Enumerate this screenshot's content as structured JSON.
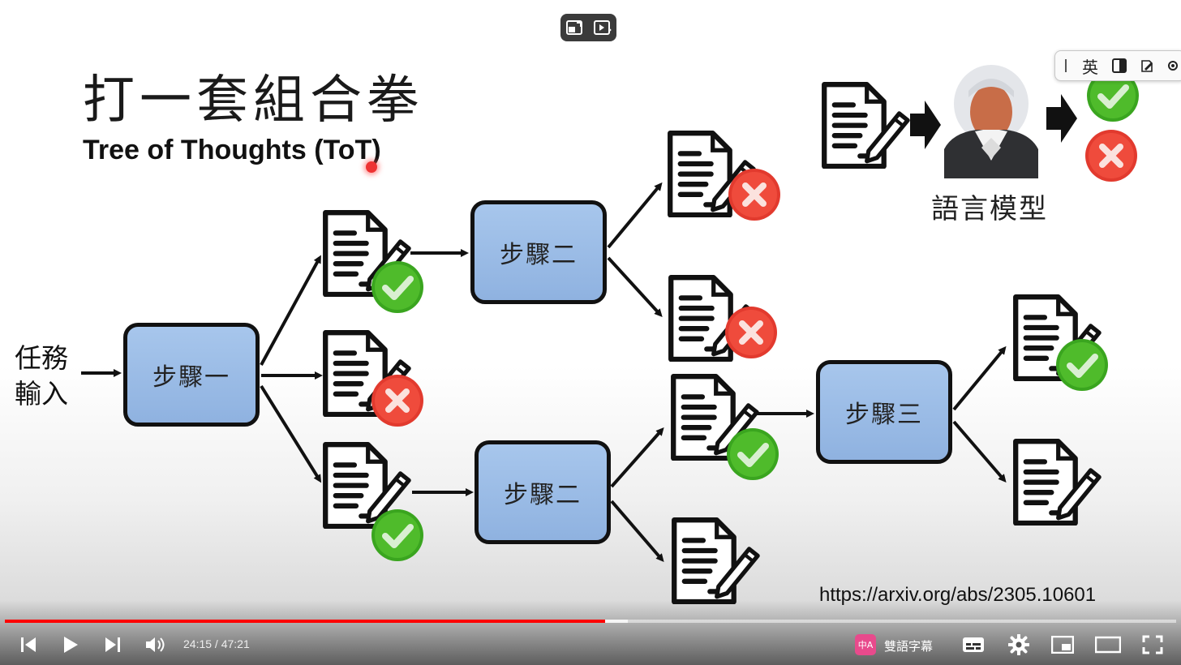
{
  "slide": {
    "title": "打一套組合拳",
    "subtitle": "Tree of Thoughts (ToT)",
    "task_input": "任務輸入",
    "task_line1": "任務",
    "task_line2": "輸入",
    "step1": "步驟一",
    "step2": "步驟二",
    "step3": "步驟三",
    "language_model": "語言模型",
    "url": "https://arxiv.org/abs/2305.10601"
  },
  "translator_toolbar": {
    "language": "英"
  },
  "player": {
    "current_time": "24:15",
    "duration": "47:21",
    "time_display": "24:15 / 47:21",
    "progress_fraction": 0.5123,
    "buffered_fraction": 0.532,
    "bilingual_subtitles_label": "雙語字幕",
    "translator_icon_text": "中A"
  },
  "colors": {
    "check": "#3aa51f",
    "cross": "#e8392e",
    "step_fill": "#9dbde8",
    "progress": "#ff0000"
  }
}
